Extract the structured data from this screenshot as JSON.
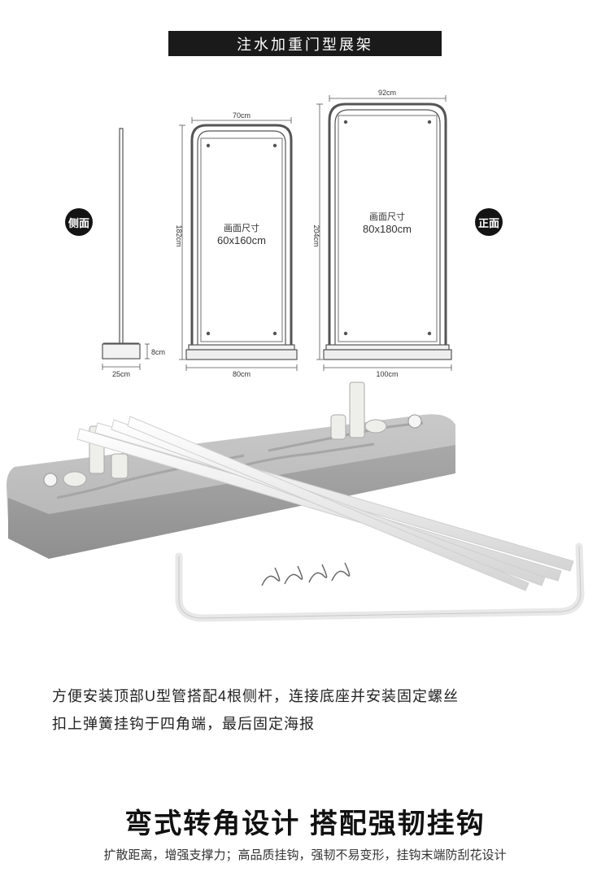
{
  "title": "注水加重门型展架",
  "views": {
    "side_label": "侧面",
    "front_label": "正面"
  },
  "small_frame": {
    "width_top": "70cm",
    "height": "182cm",
    "screen_label": "画面尺寸",
    "screen_size": "60x160cm",
    "base_width": "80cm"
  },
  "large_frame": {
    "width_top": "92cm",
    "height": "204cm",
    "screen_label": "画面尺寸",
    "screen_size": "80x180cm",
    "base_width": "100cm"
  },
  "side_view": {
    "base_height": "8cm",
    "base_width": "25cm"
  },
  "instructions": {
    "line1": "方便安装顶部U型管搭配4根侧杆，连接底座并安装固定螺丝",
    "line2": "扣上弹簧挂钩于四角端，最后固定海报"
  },
  "feature": {
    "heading": "弯式转角设计 搭配强韧挂钩",
    "subtext": "扩散距离，增强支撑力；高品质挂钩，强韧不易变形，挂钩末端防刮花设计"
  }
}
